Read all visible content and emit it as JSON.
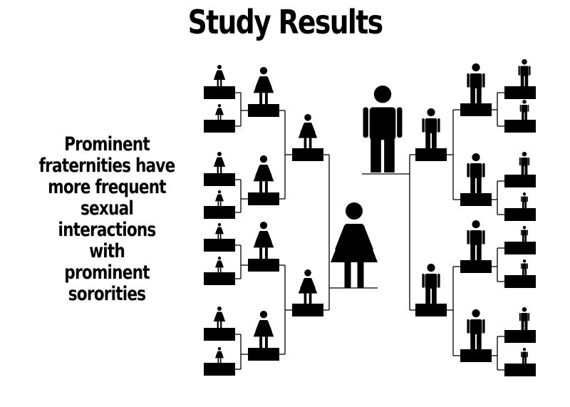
{
  "title": "Study Results",
  "caption_lines": [
    "Prominent",
    "fraternities have",
    "more frequent",
    "sexual",
    "interactions with",
    "prominent",
    "sororities"
  ],
  "icons": {
    "female": "female-figure-icon",
    "male": "male-figure-icon"
  },
  "colors": {
    "ink": "#000000",
    "background": "#ffffff"
  }
}
